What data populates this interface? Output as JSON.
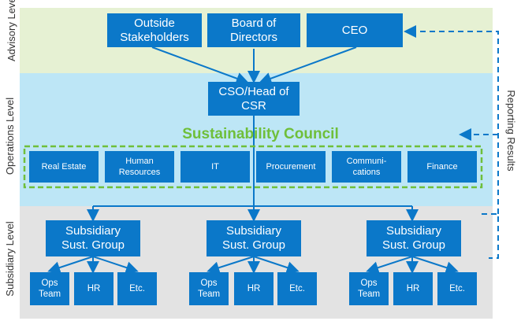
{
  "levels": {
    "advisory": "Advisory Level",
    "operations": "Operations Level",
    "subsidiary": "Subsidiary Level"
  },
  "advisory": {
    "outside_stakeholders": "Outside Stakeholders",
    "board": "Board of Directors",
    "ceo": "CEO"
  },
  "cso": "CSO/Head of CSR",
  "council": {
    "title": "Sustainability Council",
    "departments": [
      "Real Estate",
      "Human Resources",
      "IT",
      "Procurement",
      "Communi- cations",
      "Finance"
    ]
  },
  "subsidiaries": [
    {
      "label": "Subsidiary Sust. Group",
      "teams": [
        "Ops Team",
        "HR",
        "Etc."
      ]
    },
    {
      "label": "Subsidiary Sust. Group",
      "teams": [
        "Ops Team",
        "HR",
        "Etc."
      ]
    },
    {
      "label": "Subsidiary Sust. Group",
      "teams": [
        "Ops Team",
        "HR",
        "Etc."
      ]
    }
  ],
  "reporting": "Reporting Results",
  "colors": {
    "box": "#0b78c9",
    "council_green": "#6fbf3a",
    "advisory_band": "#e6f1d3",
    "operations_band": "#bde6f6",
    "subsidiary_band": "#e3e3e3"
  }
}
